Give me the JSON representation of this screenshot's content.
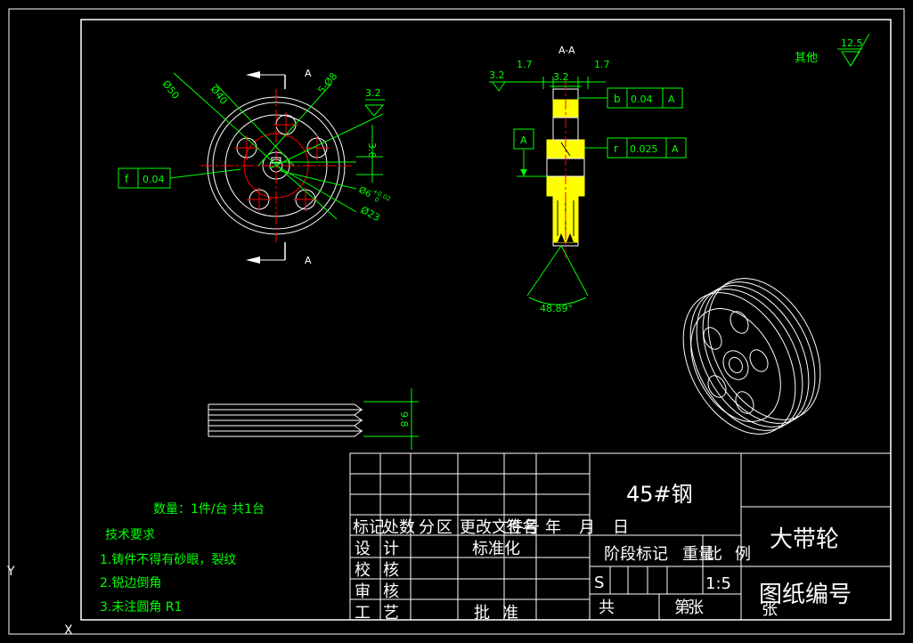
{
  "colors": {
    "background": "#000000",
    "border": "#ffffff",
    "dimension": "#00ff00",
    "center": "#ff0000",
    "section": "#ffff00",
    "title": "#ffffff"
  },
  "front_view": {
    "section_mark_top": "A",
    "section_mark_bottom": "A",
    "dim_outer": "Ø50",
    "dim_bolt_circle": "Ø40",
    "dim_holes": "5-Ø8",
    "dim_hub": "Ø23",
    "dim_bore": "Ø6",
    "dim_bore_tol": "+0.02",
    "dim_bore_tol2": "0",
    "dim_keyway": "3.6",
    "roughness": "3.2",
    "tol_symbol": "f",
    "tol_value": "0.04"
  },
  "section_view": {
    "title": "A-A",
    "dim_left": "1.7",
    "dim_right": "1.7",
    "dim_width": "3.2",
    "roughness": "3.2",
    "datum": "A",
    "tol1_symbol": "b",
    "tol1_value": "0.04",
    "tol1_datum": "A",
    "tol2_symbol": "r",
    "tol2_value": "0.025",
    "tol2_datum": "A",
    "groove_angle": "48.89°"
  },
  "other_roughness": {
    "label": "其他",
    "value": "12.5"
  },
  "side_view": {
    "dim_width": "9.8"
  },
  "notes": {
    "quantity": "数量：1件/台 共1台",
    "heading": "技术要求",
    "items": [
      "1.铸件不得有砂眼，裂纹",
      "2.锐边倒角",
      "3.未注圆角 R1"
    ]
  },
  "title_block": {
    "material": "45#钢",
    "part_name": "大带轮",
    "drawing_number": "图纸编号",
    "row_revision": [
      "标记",
      "处数",
      "分",
      "区",
      "更改文件号",
      "签名",
      "年",
      "月",
      "日"
    ],
    "design": "设计",
    "standardize": "标准化",
    "stage_mark": "阶段标记",
    "weight": "重量",
    "scale": "比例",
    "check": "校核",
    "review": "审核",
    "process": "工艺",
    "approve": "批准",
    "stage_s": "S",
    "scale_value": "1:5",
    "total": "共",
    "sheets": "张",
    "page": "第",
    "page_sheets": "张"
  },
  "ucs": {
    "y": "Y",
    "x": "X"
  }
}
